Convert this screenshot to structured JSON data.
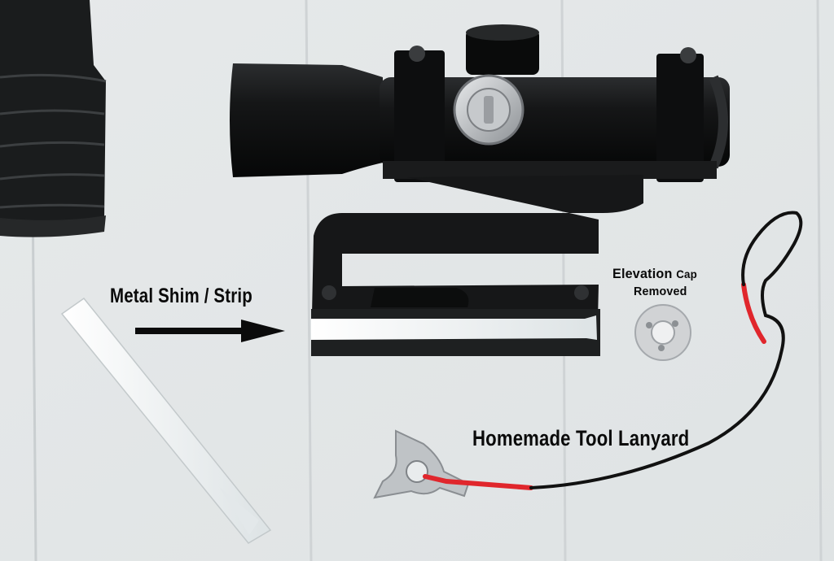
{
  "labels": {
    "shim": "Metal Shim / Strip",
    "elevation_word": "Elevation",
    "cap_word": "Cap",
    "removed_word": "Removed",
    "tool_lanyard": "Homemade Tool  Lanyard"
  },
  "colors": {
    "background": "#e9eced",
    "scope_body": "#121314",
    "lanyard_cord": "#111111",
    "lanyard_sleeve": "#e0262c",
    "metal_silver": "#b9bcbf",
    "shim_white": "#fbfcfc"
  },
  "objects": [
    "rubber-eyecup",
    "scope",
    "scope-mount",
    "metal-shim",
    "elevation-cap",
    "tool",
    "lanyard",
    "arrow"
  ]
}
